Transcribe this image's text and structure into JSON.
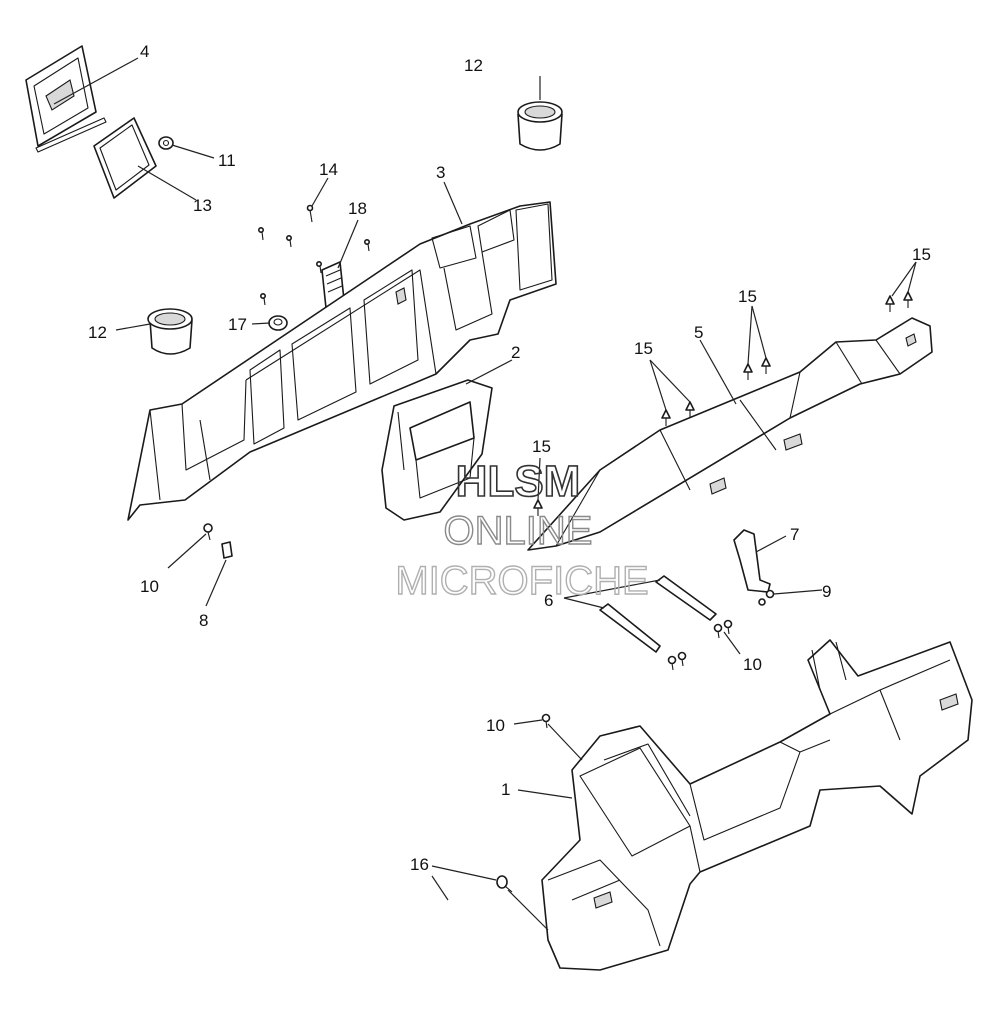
{
  "callouts": [
    {
      "id": "c4",
      "label": "4"
    },
    {
      "id": "c12a",
      "label": "12"
    },
    {
      "id": "c11",
      "label": "11"
    },
    {
      "id": "c13",
      "label": "13"
    },
    {
      "id": "c14",
      "label": "14"
    },
    {
      "id": "c3",
      "label": "3"
    },
    {
      "id": "c18",
      "label": "18"
    },
    {
      "id": "c15a",
      "label": "15"
    },
    {
      "id": "c15b",
      "label": "15"
    },
    {
      "id": "c15c",
      "label": "15"
    },
    {
      "id": "c5",
      "label": "5"
    },
    {
      "id": "c12b",
      "label": "12"
    },
    {
      "id": "c17",
      "label": "17"
    },
    {
      "id": "c2",
      "label": "2"
    },
    {
      "id": "c15d",
      "label": "15"
    },
    {
      "id": "c7",
      "label": "7"
    },
    {
      "id": "c9",
      "label": "9"
    },
    {
      "id": "c6",
      "label": "6"
    },
    {
      "id": "c10a",
      "label": "10"
    },
    {
      "id": "c8",
      "label": "8"
    },
    {
      "id": "c10b",
      "label": "10"
    },
    {
      "id": "c10c",
      "label": "10"
    },
    {
      "id": "c1",
      "label": "1"
    },
    {
      "id": "c16",
      "label": "16"
    }
  ],
  "watermark": {
    "line1": "HLSM",
    "line2": "ONLINE",
    "line3": "MICROFICHE"
  }
}
